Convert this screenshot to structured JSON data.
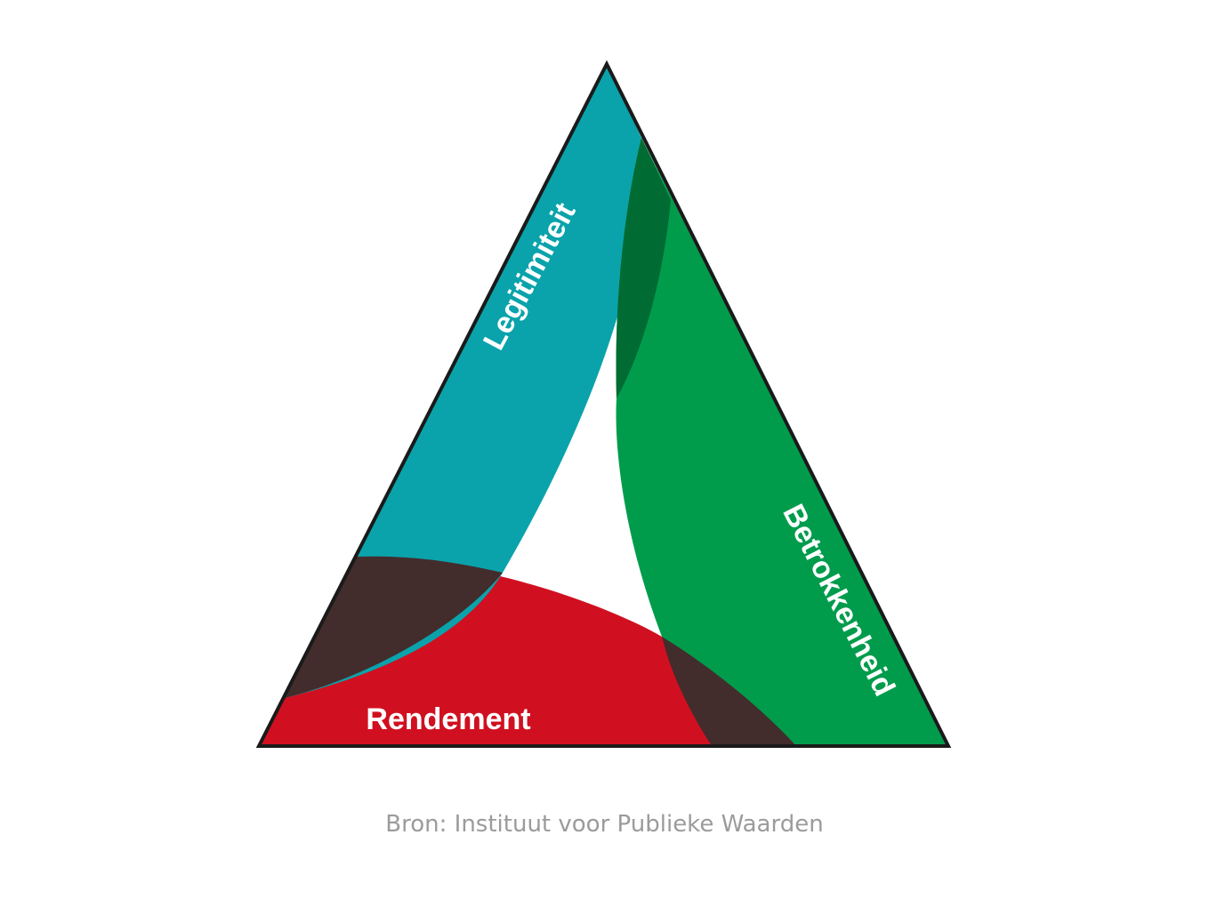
{
  "diagram": {
    "labels": {
      "legitimiteit": "Legitimiteit",
      "betrokkenheid": "Betrokkenheid",
      "rendement": "Rendement"
    },
    "colors": {
      "legitimiteit": "#0aa3ab",
      "betrokkenheid": "#009c4c",
      "rendement": "#d01020",
      "overlap_legit_betrok": "#006b33",
      "overlap_with_rendement": "#432c2c",
      "outline": "#1a1a1a"
    }
  },
  "source": "Bron: Instituut voor Publieke Waarden"
}
